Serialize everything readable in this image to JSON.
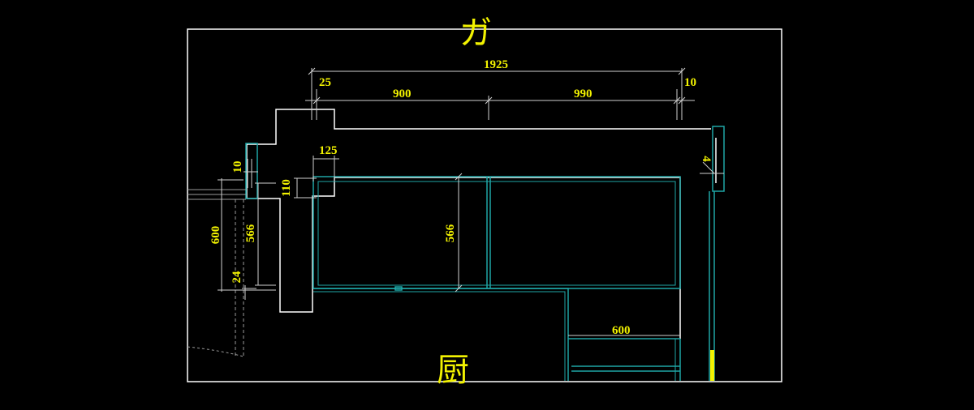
{
  "drawing": {
    "title_fragment": "ガ",
    "room_fragment": "厨",
    "colors": {
      "background": "#000000",
      "frame": "#ffffff",
      "wall_outline": "#ffffff",
      "cabinet": "#1fa6a6",
      "dimension_line": "#cfcfcf",
      "dimension_text": "#f2f200"
    }
  },
  "dimensions": {
    "overall_top": "1925",
    "left_offset": "25",
    "segment_a": "900",
    "segment_b": "990",
    "right_offset": "10",
    "step_width": "125",
    "step_height": "110",
    "left_wall_10": "10",
    "left_600": "600",
    "left_566": "566",
    "left_24": "24",
    "cabinet_depth_566": "566",
    "right_4": "4",
    "bottom_600": "600"
  }
}
